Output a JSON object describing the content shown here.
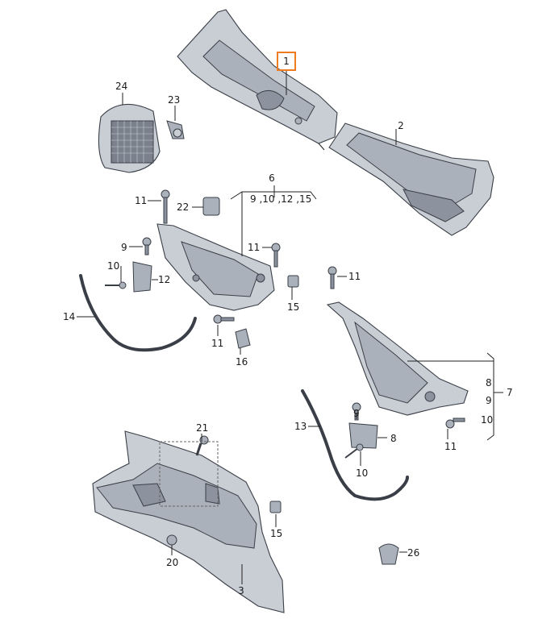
{
  "diagram": {
    "callouts": {
      "p1": "1",
      "p2": "2",
      "p3": "3",
      "p6": "6",
      "p6_sub": "9 ,10 ,12 ,15",
      "p7": "7",
      "p8_right": "8",
      "p9_right": "9",
      "p10_right": "10",
      "p8_lower": "8",
      "p9_left": "9",
      "p9_lower": "9",
      "p10_left": "10",
      "p10_lower": "10",
      "p11_a": "11",
      "p11_b": "11",
      "p11_c": "11",
      "p11_d": "11",
      "p11_e": "11",
      "p12": "12",
      "p13": "13",
      "p14": "14",
      "p15_a": "15",
      "p15_b": "15",
      "p16": "16",
      "p20": "20",
      "p21": "21",
      "p22": "22",
      "p23": "23",
      "p24": "24",
      "p26": "26"
    },
    "highlight_color": "#ee7d22",
    "part_color": "#c9ced5"
  }
}
